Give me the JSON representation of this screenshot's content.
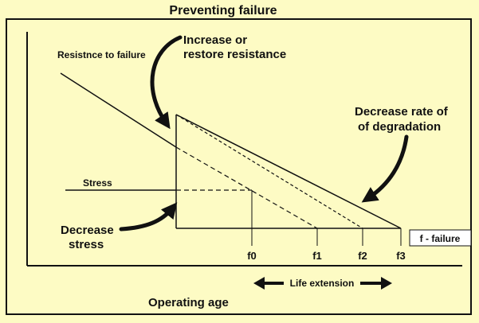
{
  "diagram": {
    "title": "Preventing failure",
    "labels": {
      "resistance": "Resistnce to failure",
      "increase_line1": "Increase or",
      "increase_line2": "restore resistance",
      "decrease_rate_line1": "Decrease rate of",
      "decrease_rate_line2": "of degradation",
      "stress": "Stress",
      "decrease_stress_line1": "Decrease",
      "decrease_stress_line2": "stress",
      "failure_key": "f - failure",
      "life_extension": "Life extension",
      "operating_age": "Operating age"
    },
    "ticks": [
      "f0",
      "f1",
      "f2",
      "f3"
    ]
  },
  "colors": {
    "background": "#fdfbc4",
    "frame": "#111111",
    "line": "#111111",
    "failure_box_fill": "#ffffff"
  }
}
